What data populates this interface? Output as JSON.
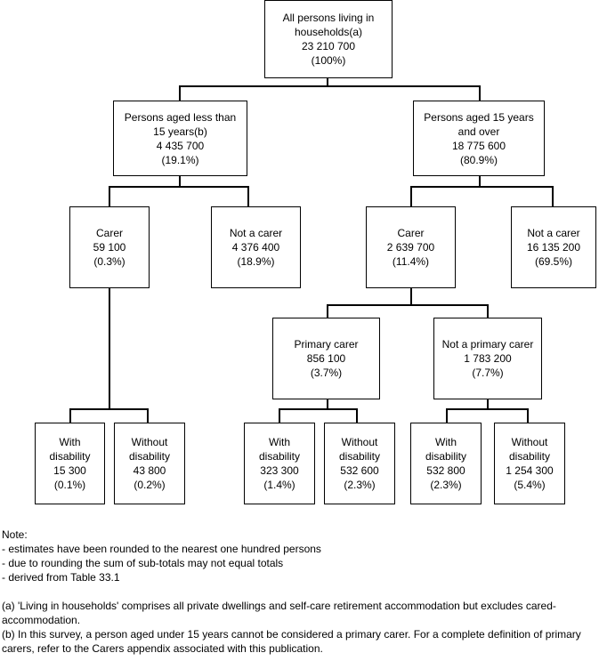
{
  "nodes": {
    "root": [
      "All persons living in",
      "households(a)",
      "23 210 700",
      "(100%)"
    ],
    "under15": [
      "Persons aged less than",
      "15 years(b)",
      "4 435 700",
      "(19.1%)"
    ],
    "over15": [
      "Persons aged 15 years",
      "and over",
      "18 775 600",
      "(80.9%)"
    ],
    "carer_u15": [
      "Carer",
      "59 100",
      "(0.3%)"
    ],
    "notcarer_u15": [
      "Not a carer",
      "4 376 400",
      "(18.9%)"
    ],
    "carer_o15": [
      "Carer",
      "2 639 700",
      "(11.4%)"
    ],
    "notcarer_o15": [
      "Not a carer",
      "16 135 200",
      "(69.5%)"
    ],
    "primary": [
      "Primary carer",
      "856 100",
      "(3.7%)"
    ],
    "notprimary": [
      "Not a primary carer",
      "1 783 200",
      "(7.7%)"
    ],
    "u15_with": [
      "With",
      "disability",
      "15 300",
      "(0.1%)"
    ],
    "u15_without": [
      "Without",
      "disability",
      "43 800",
      "(0.2%)"
    ],
    "pri_with": [
      "With",
      "disability",
      "323 300",
      "(1.4%)"
    ],
    "pri_without": [
      "Without",
      "disability",
      "532 600",
      "(2.3%)"
    ],
    "np_with": [
      "With",
      "disability",
      "532 800",
      "(2.3%)"
    ],
    "np_without": [
      "Without",
      "disability",
      "1 254 300",
      "(5.4%)"
    ]
  },
  "notes": {
    "heading": "Note:",
    "items": [
      "- estimates have been rounded to the nearest one hundred persons",
      "- due to rounding the sum of sub-totals may not equal totals",
      "- derived from Table 33.1"
    ],
    "footnote_a": "(a) 'Living in households' comprises all private dwellings and self-care retirement accommodation but excludes cared-accommodation.",
    "footnote_b": "(b) In this survey, a person aged under 15 years cannot be considered a primary carer. For a complete definition of primary carers, refer to the Carers appendix associated with this publication."
  }
}
